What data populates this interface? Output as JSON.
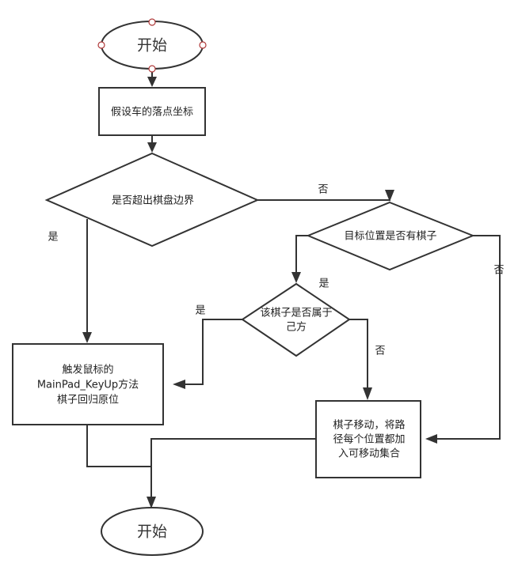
{
  "diagram": {
    "type": "flowchart",
    "nodes": {
      "start": {
        "shape": "ellipse",
        "text": "开始",
        "selected": true
      },
      "assume": {
        "shape": "rectangle",
        "text": "假设车的落点坐标"
      },
      "out_of_bounds": {
        "shape": "diamond",
        "text": "是否超出棋盘边界"
      },
      "has_piece": {
        "shape": "diamond",
        "text": "目标位置是否有棋子"
      },
      "own_piece": {
        "shape": "diamond",
        "lines": [
          "该棋子是否属于",
          "己方"
        ]
      },
      "reset": {
        "shape": "rectangle",
        "lines": [
          "触发鼠标的",
          "MainPad_KeyUp方法",
          "棋子回归原位"
        ]
      },
      "move": {
        "shape": "rectangle",
        "lines": [
          "棋子移动，将路",
          "径每个位置都加",
          "入可移动集合"
        ]
      },
      "end": {
        "shape": "ellipse",
        "text": "开始"
      }
    },
    "edges": [
      {
        "from": "start",
        "to": "assume",
        "label": ""
      },
      {
        "from": "assume",
        "to": "out_of_bounds",
        "label": ""
      },
      {
        "from": "out_of_bounds",
        "to": "reset",
        "label": "是"
      },
      {
        "from": "out_of_bounds",
        "to": "has_piece",
        "label": "否"
      },
      {
        "from": "has_piece",
        "to": "own_piece",
        "label": "是"
      },
      {
        "from": "has_piece",
        "to": "move",
        "label": "否"
      },
      {
        "from": "own_piece",
        "to": "reset",
        "label": "是"
      },
      {
        "from": "own_piece",
        "to": "move",
        "label": "否"
      },
      {
        "from": "reset",
        "to": "end",
        "label": ""
      },
      {
        "from": "move",
        "to": "end",
        "label": ""
      }
    ]
  }
}
